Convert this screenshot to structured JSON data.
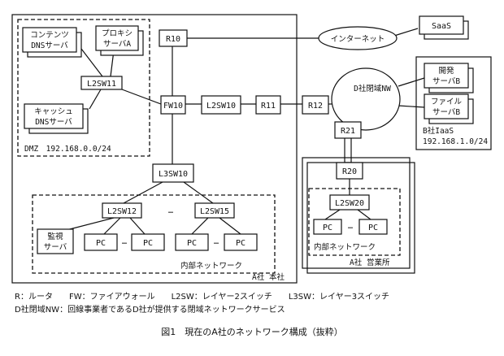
{
  "nodes": {
    "r10": "R10",
    "internet": "インターネット",
    "saas": "SaaS",
    "contents_dns_1": "コンテンツ",
    "contents_dns_2": "DNSサーバ",
    "proxy_1": "プロキシ",
    "proxy_2": "サーバA",
    "l2sw11": "L2SW11",
    "cache_dns_1": "キャッシュ",
    "cache_dns_2": "DNSサーバ",
    "dmz_label": "DMZ　192.168.0.0/24",
    "fw10": "FW10",
    "l2sw10": "L2SW10",
    "r11": "R11",
    "r12": "R12",
    "closed_nw": "D社閉域NW",
    "r21": "R21",
    "r20": "R20",
    "l2sw20": "L2SW20",
    "pc": "PC",
    "ellipsis": "…",
    "branch_internal": "内部ネットワーク",
    "branch_label": "A社 営業所",
    "l3sw10": "L3SW10",
    "l2sw12": "L2SW12",
    "l2sw15": "L2SW15",
    "monitor_1": "監視",
    "monitor_2": "サーバ",
    "hq_internal": "内部ネットワーク",
    "hq_label": "A社 本社",
    "dev_1": "開発",
    "dev_2": "サーバB",
    "file_1": "ファイル",
    "file_2": "サーバB",
    "iaas_1": "B社IaaS",
    "iaas_2": "192.168.1.0/24"
  },
  "legend": {
    "line1": "R：ルータ　　FW：ファイアウォール　　L2SW：レイヤー2スイッチ　　L3SW：レイヤー3スイッチ",
    "line2": "D社閉域NW：回線事業者であるD社が提供する閉域ネットワークサービス"
  },
  "caption": "図1　現在のA社のネットワーク構成（抜粋）"
}
